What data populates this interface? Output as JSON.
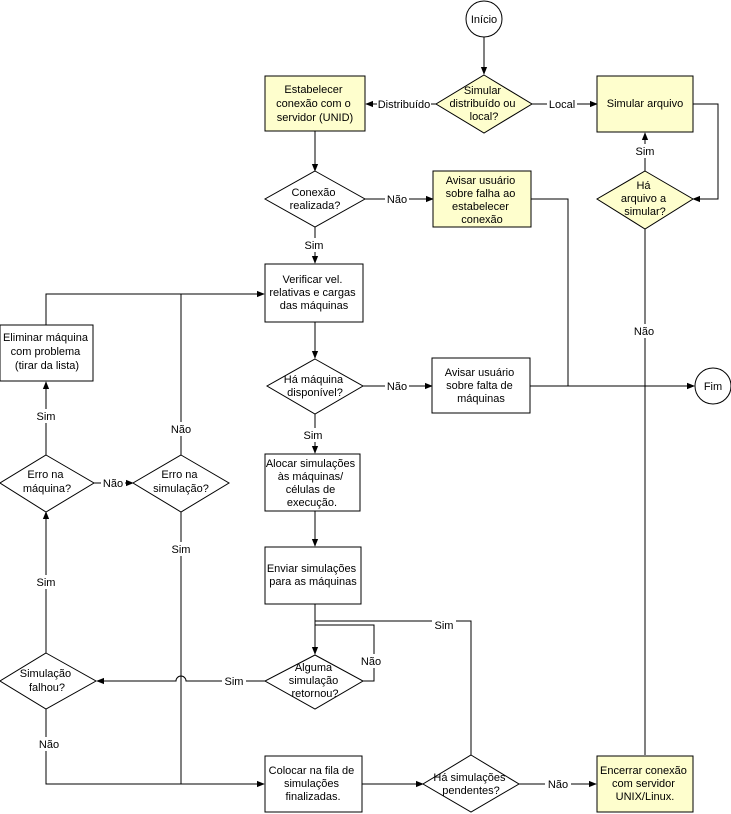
{
  "nodes": {
    "inicio": "Início",
    "fim": "Fim",
    "simular_decisao": [
      "Simular",
      "distribuído ou",
      "local?"
    ],
    "estabelecer": [
      "Estabelecer",
      "conexão com o",
      "servidor (UNID)"
    ],
    "simular_arquivo": [
      "Simular arquivo"
    ],
    "conexao_realizada": [
      "Conexão",
      "realizada?"
    ],
    "avisar_falha": [
      "Avisar usuário",
      "sobre falha ao",
      "estabelecer",
      "conexão"
    ],
    "ha_arquivo": [
      "Há",
      "arquivo a",
      "simular?"
    ],
    "verificar": [
      "Verificar vel.",
      "relativas e cargas",
      "das máquinas"
    ],
    "eliminar": [
      "Eliminar máquina",
      "com problema",
      "(tirar da lista)"
    ],
    "ha_maquina": [
      "Há máquina",
      "disponível?"
    ],
    "avisar_falta": [
      "Avisar usuário",
      "sobre falta de",
      "máquinas"
    ],
    "alocar": [
      "Alocar simulações",
      "às máquinas/",
      "células de",
      "execução."
    ],
    "erro_maquina": [
      "Erro na",
      "máquina?"
    ],
    "erro_simulacao": [
      "Erro na",
      "simulação?"
    ],
    "enviar": [
      "Enviar simulações",
      "para as máquinas"
    ],
    "alguma_retornou": [
      "Alguma",
      "simulação",
      "retornou?"
    ],
    "simulacao_falhou": [
      "Simulação",
      "falhou?"
    ],
    "colocar_fila": [
      "Colocar na fila de",
      "simulações",
      "finalizadas."
    ],
    "ha_pendentes": [
      "Há simulações",
      "pendentes?"
    ],
    "encerrar": [
      "Encerrar conexão",
      "com servidor",
      "UNIX/Linux."
    ]
  },
  "edge_labels": {
    "distribuido": "Distribuído",
    "local": "Local",
    "sim_arquivo": "Sim",
    "nao_conexao": "Não",
    "sim_conexao": "Sim",
    "nao_arquivo": "Não",
    "nao_maquina": "Não",
    "sim_maquina": "Sim",
    "sim_eliminar": "Sim",
    "nao_erro_simulacao": "Não",
    "nao_erro_maquina": "Não",
    "sim_erro_simulacao": "Sim",
    "sim_falhou": "Sim",
    "sim_pendentes": "Sim",
    "nao_retornou": "Não",
    "sim_retornou": "Sim",
    "nao_falhou": "Não",
    "nao_pendentes": "Não"
  }
}
